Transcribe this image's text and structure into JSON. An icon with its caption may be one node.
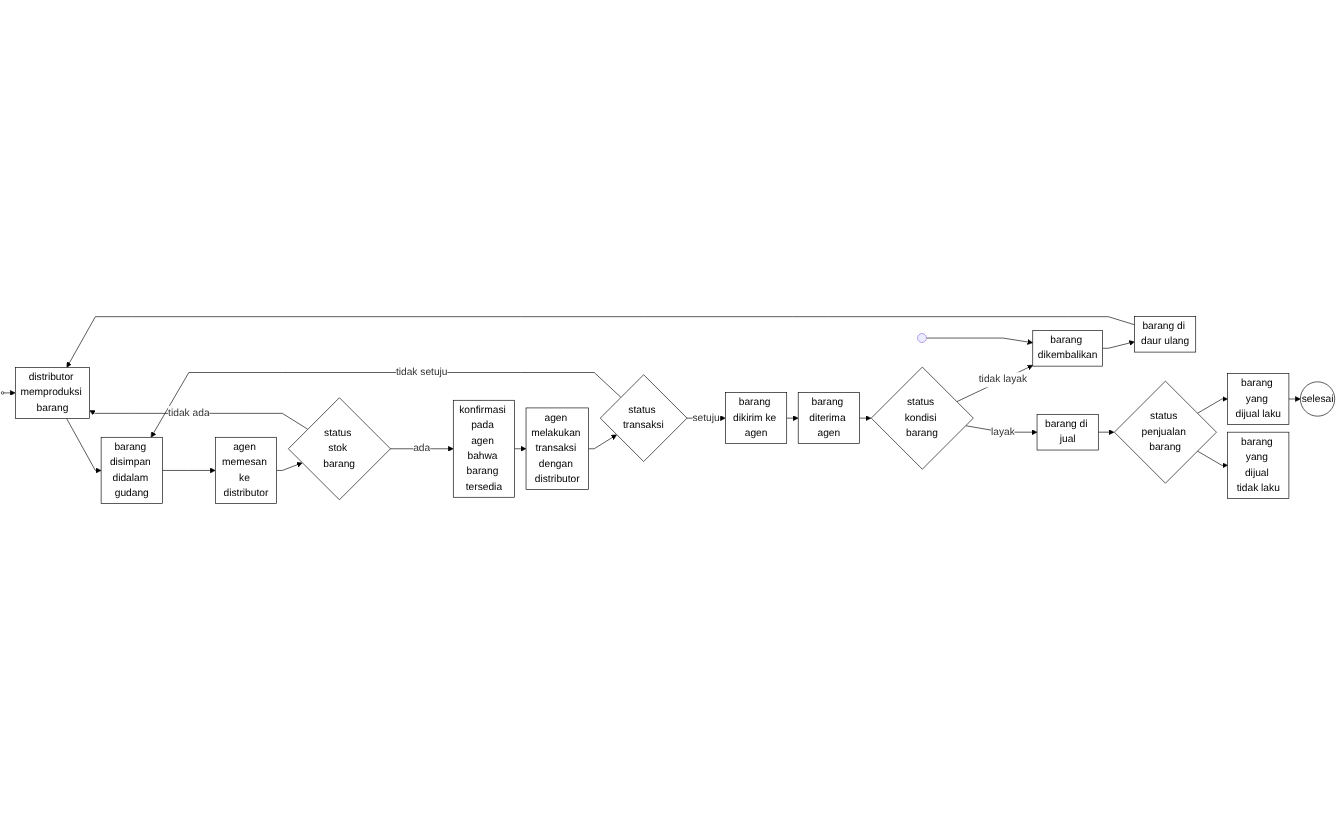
{
  "diagram": {
    "nodes": [
      {
        "text": [],
        "shape": "circle"
      },
      {
        "text": [
          "distributor memproduksi barang"
        ]
      },
      {
        "text": [
          "barang disimpan didalam gudang"
        ]
      },
      {
        "text": [
          "agen memesan ke distributor"
        ]
      },
      {
        "text": [
          "status stok barang"
        ]
      },
      {
        "text": [
          "konfirmasi pada agen bahwa barang tersedia"
        ]
      },
      {
        "text": [
          "agen melakukan transaksi dengan distributor"
        ]
      },
      {
        "text": [
          "status transaksi"
        ]
      },
      {
        "text": [
          "barang dikirim ke agen"
        ]
      },
      {
        "text": [
          "barang diterima agen"
        ]
      },
      {
        "text": [
          "status kondisi barang"
        ]
      },
      {
        "text": [
          "barang dikembalikan"
        ]
      },
      {
        "text": [
          "barang di daur ulang"
        ]
      },
      {
        "text": [
          "barang di jual"
        ]
      },
      {
        "text": [
          "status penjualan barang"
        ]
      },
      {
        "text": [
          "barang yang dijual laku"
        ]
      },
      {
        "text": [
          "selesai"
        ]
      },
      {
        "text": [
          "barang yang dijual tidak laku"
        ]
      }
    ],
    "edges": [
      {
        "from": 0,
        "to": 1,
        "arrow": "to"
      },
      {
        "from": 1,
        "to": 2,
        "arrow": "to"
      },
      {
        "from": 2,
        "to": 3,
        "arrow": "to"
      },
      {
        "from": 3,
        "to": 4,
        "arrow": "to"
      },
      {
        "from": 4,
        "to": 1,
        "arrow": "to",
        "label": "tidak ada"
      },
      {
        "from": 4,
        "to": 5,
        "arrow": "to",
        "label": "ada"
      },
      {
        "from": 5,
        "to": 6,
        "arrow": "to"
      },
      {
        "from": 6,
        "to": 7,
        "arrow": "to"
      },
      {
        "from": 7,
        "to": 2,
        "arrow": "to",
        "label": "tidak setuju"
      },
      {
        "from": 7,
        "to": 8,
        "arrow": "to",
        "label": "setuju"
      },
      {
        "from": 8,
        "to": 9,
        "arrow": "to"
      },
      {
        "from": 9,
        "to": 10,
        "arrow": "to"
      },
      {
        "from": 10,
        "to": 11,
        "arrow": "to",
        "label": "tidak layak"
      },
      {
        "from": 10,
        "to": 13,
        "arrow": "to",
        "label": "layak"
      },
      {
        "from": 11,
        "to": 12,
        "arrow": "to"
      },
      {
        "from": 12,
        "to": 1,
        "arrow": "to"
      },
      {
        "from": 13,
        "to": 14,
        "arrow": "to"
      },
      {
        "from": 14,
        "to": 15,
        "arrow": "to"
      },
      {
        "from": 15,
        "to": 16,
        "arrow": "to"
      },
      {
        "from": 14,
        "to": 17,
        "arrow": "to"
      },
      {
        "from": null,
        "to": 11,
        "arrow": "to"
      }
    ]
  }
}
